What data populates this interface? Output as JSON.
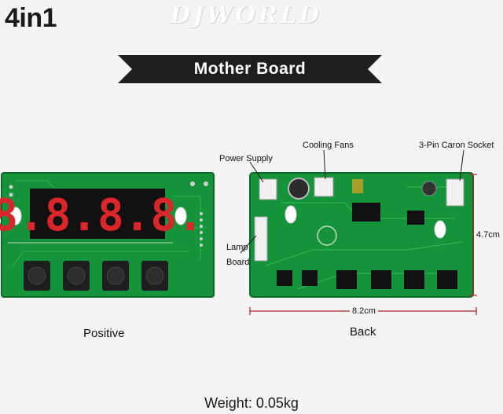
{
  "header": {
    "title": "4in1",
    "watermark": "DJWORLD"
  },
  "banner": {
    "text": "Mother  Board"
  },
  "labels": {
    "power_supply": "Power Supply",
    "cooling_fans": "Cooling Fans",
    "caron_socket": "3-Pin Caron Socket",
    "lamp": "Lamp",
    "board": "Board",
    "height": "4.7cm",
    "width": "8.2cm"
  },
  "captions": {
    "positive": "Positive",
    "back": "Back"
  },
  "footer": {
    "weight": "Weight: 0.05kg"
  },
  "display": {
    "digits": "8.8.8.8."
  },
  "colors": {
    "pcb": "#15933a",
    "pcb_dark": "#0b6a26",
    "led_red": "#d8262a",
    "banner": "#1e1e1e",
    "dimension": "#b3262a"
  }
}
